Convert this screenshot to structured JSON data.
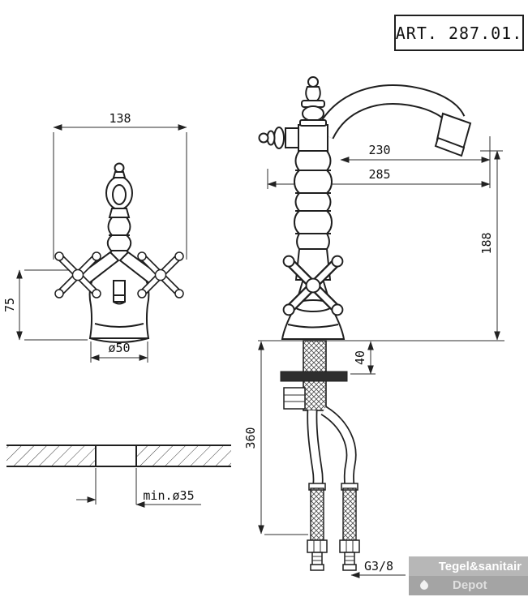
{
  "art_box": {
    "label": "ART. 287.01."
  },
  "front_view": {
    "width_dim": "138",
    "height_dim": "75",
    "base_dim": "ø50"
  },
  "side_view": {
    "spout_reach_dim": "230",
    "total_reach_dim": "285",
    "outlet_height_dim": "188",
    "deck_dim": "40",
    "hose_dim": "360",
    "connection_dim": "G3/8"
  },
  "counter_section": {
    "hole_dim": "min.ø35"
  },
  "watermark": {
    "brand": "Tegel&sanitair",
    "sub": "Depot"
  },
  "colors": {
    "line": "#1f1f1f",
    "dim_line": "#2e2e2e",
    "watermark_top_bg": "#b4b4b4",
    "watermark_bottom_bg": "#a0a0a0"
  }
}
